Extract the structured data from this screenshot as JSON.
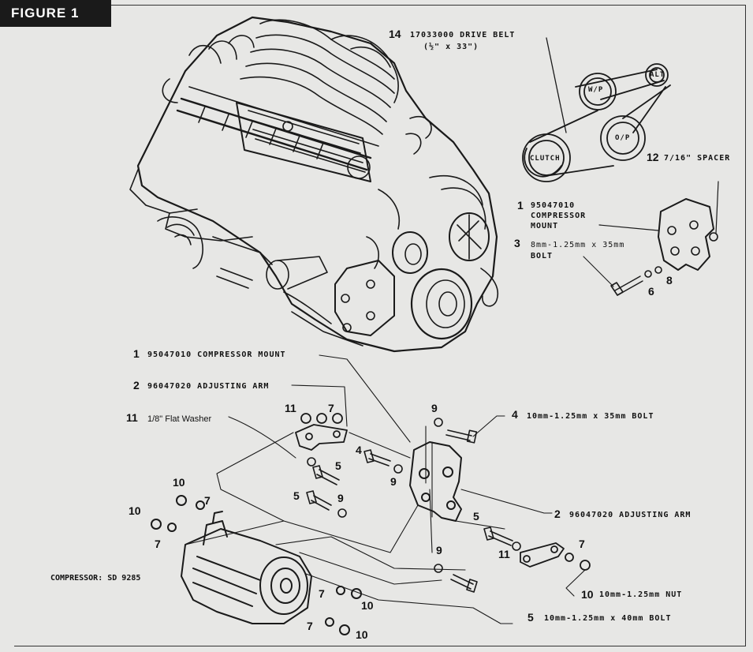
{
  "figure_title": "FIGURE 1",
  "top_labels": {
    "drive_belt": {
      "num": "14",
      "line1": "17033000 DRIVE BELT",
      "line2": "(½\" x 33\")"
    },
    "spacer": {
      "num": "12",
      "text": "7/16\" SPACER"
    },
    "mount_small": {
      "num": "1",
      "line1": "95047010",
      "line2": "COMPRESSOR",
      "line3": "MOUNT"
    },
    "bolt_small": {
      "num": "3",
      "line1": "8mm-1.25mm x 35mm",
      "line2": "BOLT"
    },
    "n6": "6",
    "n8": "8"
  },
  "pulleys": {
    "wp": "W/P",
    "alt": "ALT",
    "op": "O/P",
    "clutch": "CLUTCH"
  },
  "parts": {
    "mount": {
      "num": "1",
      "text": "95047010 COMPRESSOR MOUNT"
    },
    "arm_top": {
      "num": "2",
      "text": "96047020 ADJUSTING ARM"
    },
    "washer": {
      "num": "11",
      "text": "1/8\" Flat Washer"
    },
    "bolt_35": {
      "num": "4",
      "text": "10mm-1.25mm x 35mm BOLT"
    },
    "arm_right": {
      "num": "2",
      "text": "96047020 ADJUSTING ARM"
    },
    "nut": {
      "num": "10",
      "text": "10mm-1.25mm NUT"
    },
    "bolt_40": {
      "num": "5",
      "text": "10mm-1.25mm x 40mm BOLT"
    },
    "compressor": "COMPRESSOR: SD 9285"
  },
  "callouts": {
    "c11a": "11",
    "c7a": "7",
    "c9a": "9",
    "c4": "4",
    "c5a": "5",
    "c9b": "9",
    "c5b": "5",
    "c9c": "9",
    "c10a": "10",
    "c7b": "7",
    "c10b": "10",
    "c7c": "7",
    "c5c": "5",
    "c11b": "11",
    "c9d": "9",
    "c7d": "7",
    "c7e": "7",
    "c10c": "10",
    "c7f": "7",
    "c10d": "10"
  }
}
